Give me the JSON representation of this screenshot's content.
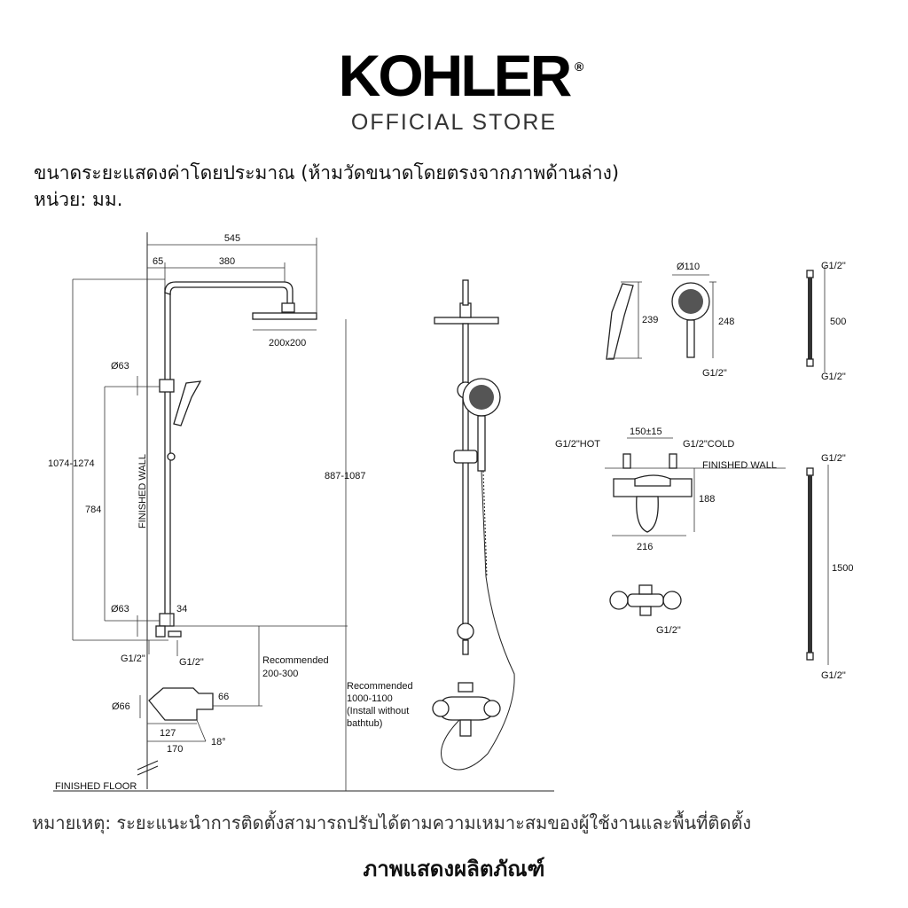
{
  "brand": {
    "logo_text": "KOHLER",
    "registered_mark": "®",
    "store_text": "OFFICIAL STORE"
  },
  "notes": {
    "approx_line": "ขนาดระยะแสดงค่าโดยประมาณ (ห้ามวัดขนาดโดยตรงจากภาพด้านล่าง)",
    "unit_line": "หน่วย: มม.",
    "install_note": "หมายเหตุ: ระยะแนะนำการติดตั้งสามารถปรับได้ตามความเหมาะสมของผู้ใช้งานและพื้นที่ติดตั้ง",
    "caption": "ภาพแสดงผลิตภัณฑ์"
  },
  "diagram": {
    "side_view": {
      "dim_total_width": "545",
      "dim_offset": "65",
      "dim_arm": "380",
      "dim_head_size": "200x200",
      "dim_bracket_dia": "Ø63",
      "dim_height_range": "1074-1274",
      "dim_784": "784",
      "dim_head_height": "887-1087",
      "finished_wall": "FINISHED WALL",
      "dim_lower_dia": "Ø63",
      "dim_34": "34",
      "dim_g12_a": "G1/2\"",
      "dim_g12_b": "G1/2\"",
      "rec_short": "Recommended",
      "rec_short_range": "200-300",
      "rec_long": "Recommended",
      "rec_long_range": "1000-1100",
      "rec_long_note_1": "(Install without",
      "rec_long_note_2": "bathtub)",
      "dim_66_dia": "Ø66",
      "dim_66": "66",
      "dim_127": "127",
      "dim_170": "170",
      "dim_angle": "18°",
      "finished_floor": "FINISHED FLOOR"
    },
    "hand_shower": {
      "dim_side_height": "239",
      "dim_dia": "Ø110",
      "dim_front_height": "248",
      "dim_thread": "G1/2\""
    },
    "short_hose": {
      "thread_top": "G1/2\"",
      "length": "500",
      "thread_bottom": "G1/2\""
    },
    "mixer": {
      "hot_label": "G1/2\"HOT",
      "center_dist": "150±15",
      "cold_label": "G1/2\"COLD",
      "finished_wall": "FINISHED WALL",
      "dim_height": "188",
      "dim_width": "216",
      "dim_outlet": "G1/2\""
    },
    "long_hose": {
      "thread_top": "G1/2\"",
      "length": "1500",
      "thread_bottom": "G1/2\""
    }
  }
}
